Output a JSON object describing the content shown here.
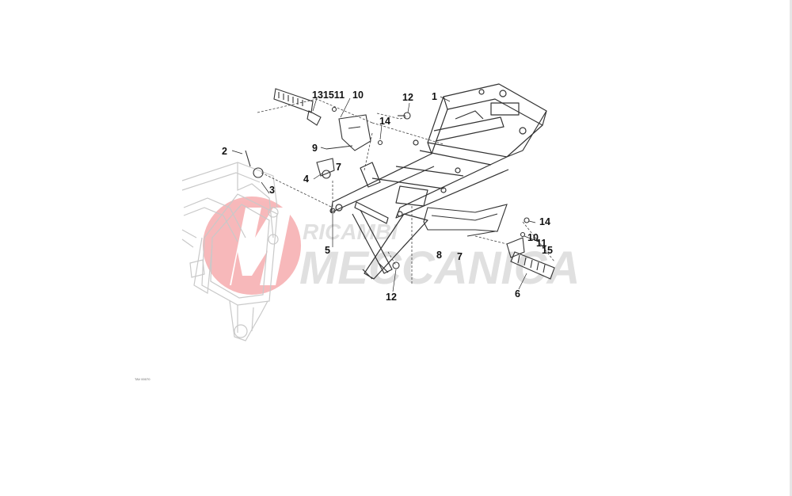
{
  "diagram": {
    "callouts": [
      {
        "id": "c1",
        "text": "1"
      },
      {
        "id": "c2",
        "text": "2"
      },
      {
        "id": "c3",
        "text": "3"
      },
      {
        "id": "c4",
        "text": "4"
      },
      {
        "id": "c5",
        "text": "5"
      },
      {
        "id": "c6",
        "text": "6"
      },
      {
        "id": "c7a",
        "text": "7"
      },
      {
        "id": "c7b",
        "text": "7"
      },
      {
        "id": "c8",
        "text": "8"
      },
      {
        "id": "c9",
        "text": "9"
      },
      {
        "id": "c10a",
        "text": "10"
      },
      {
        "id": "c10b",
        "text": "10"
      },
      {
        "id": "c11",
        "text": "11"
      },
      {
        "id": "c12a",
        "text": "12"
      },
      {
        "id": "c12b",
        "text": "12"
      },
      {
        "id": "c13151",
        "text": "131511"
      },
      {
        "id": "c14a",
        "text": "14"
      },
      {
        "id": "c14b",
        "text": "14"
      },
      {
        "id": "c15",
        "text": "15"
      }
    ],
    "drawing_code": "TAV 00070"
  },
  "watermark": {
    "line1": "RICAMBI",
    "line2": "MECCANICA",
    "accent_color": "#e8262c",
    "text_color": "#c8c8c8"
  }
}
